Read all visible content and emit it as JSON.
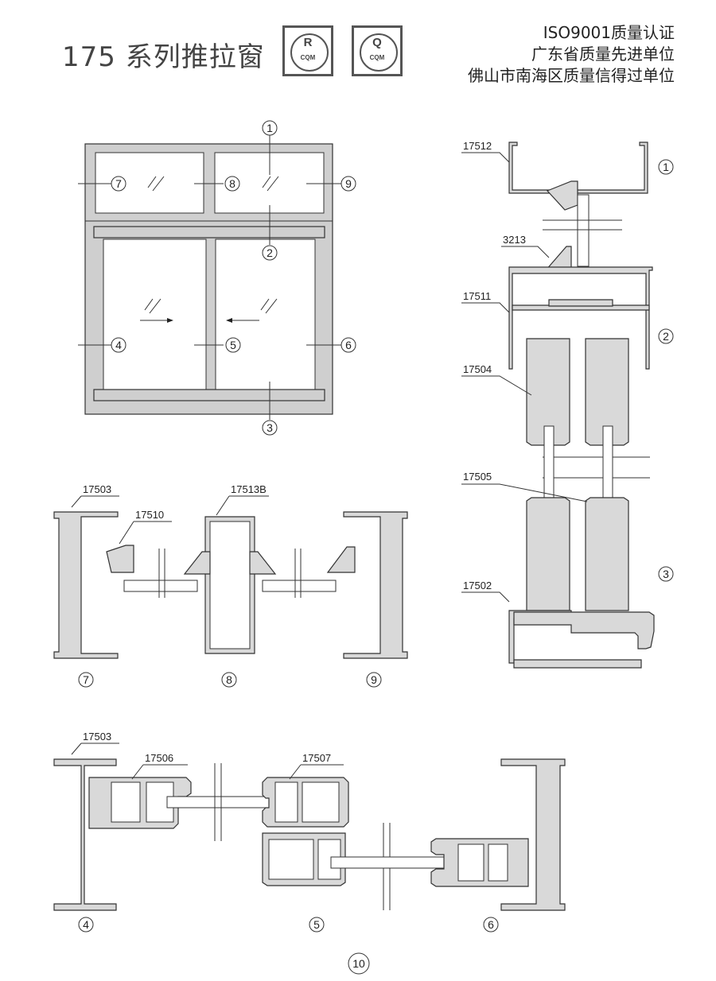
{
  "header": {
    "title": "175 系列推拉窗",
    "cert1": {
      "symbol": "R",
      "text": "CQM"
    },
    "cert2": {
      "symbol": "Q",
      "text": "CQM"
    },
    "honors": [
      "ISO9001质量认证",
      "广东省质量先进单位",
      "佛山市南海区质量信得过单位"
    ]
  },
  "elevation": {
    "markers": [
      "1",
      "2",
      "3",
      "4",
      "5",
      "6",
      "7",
      "8",
      "9"
    ]
  },
  "section_vertical": {
    "parts": [
      "17512",
      "3213",
      "17511",
      "17504",
      "17505",
      "17502"
    ],
    "markers": [
      "1",
      "2",
      "3"
    ]
  },
  "section_top": {
    "parts": [
      "17503",
      "17510",
      "17513B"
    ],
    "markers": [
      "7",
      "8",
      "9"
    ]
  },
  "section_bottom": {
    "parts": [
      "17503",
      "17506",
      "17507"
    ],
    "markers": [
      "4",
      "5",
      "6"
    ]
  },
  "page_number": "10"
}
